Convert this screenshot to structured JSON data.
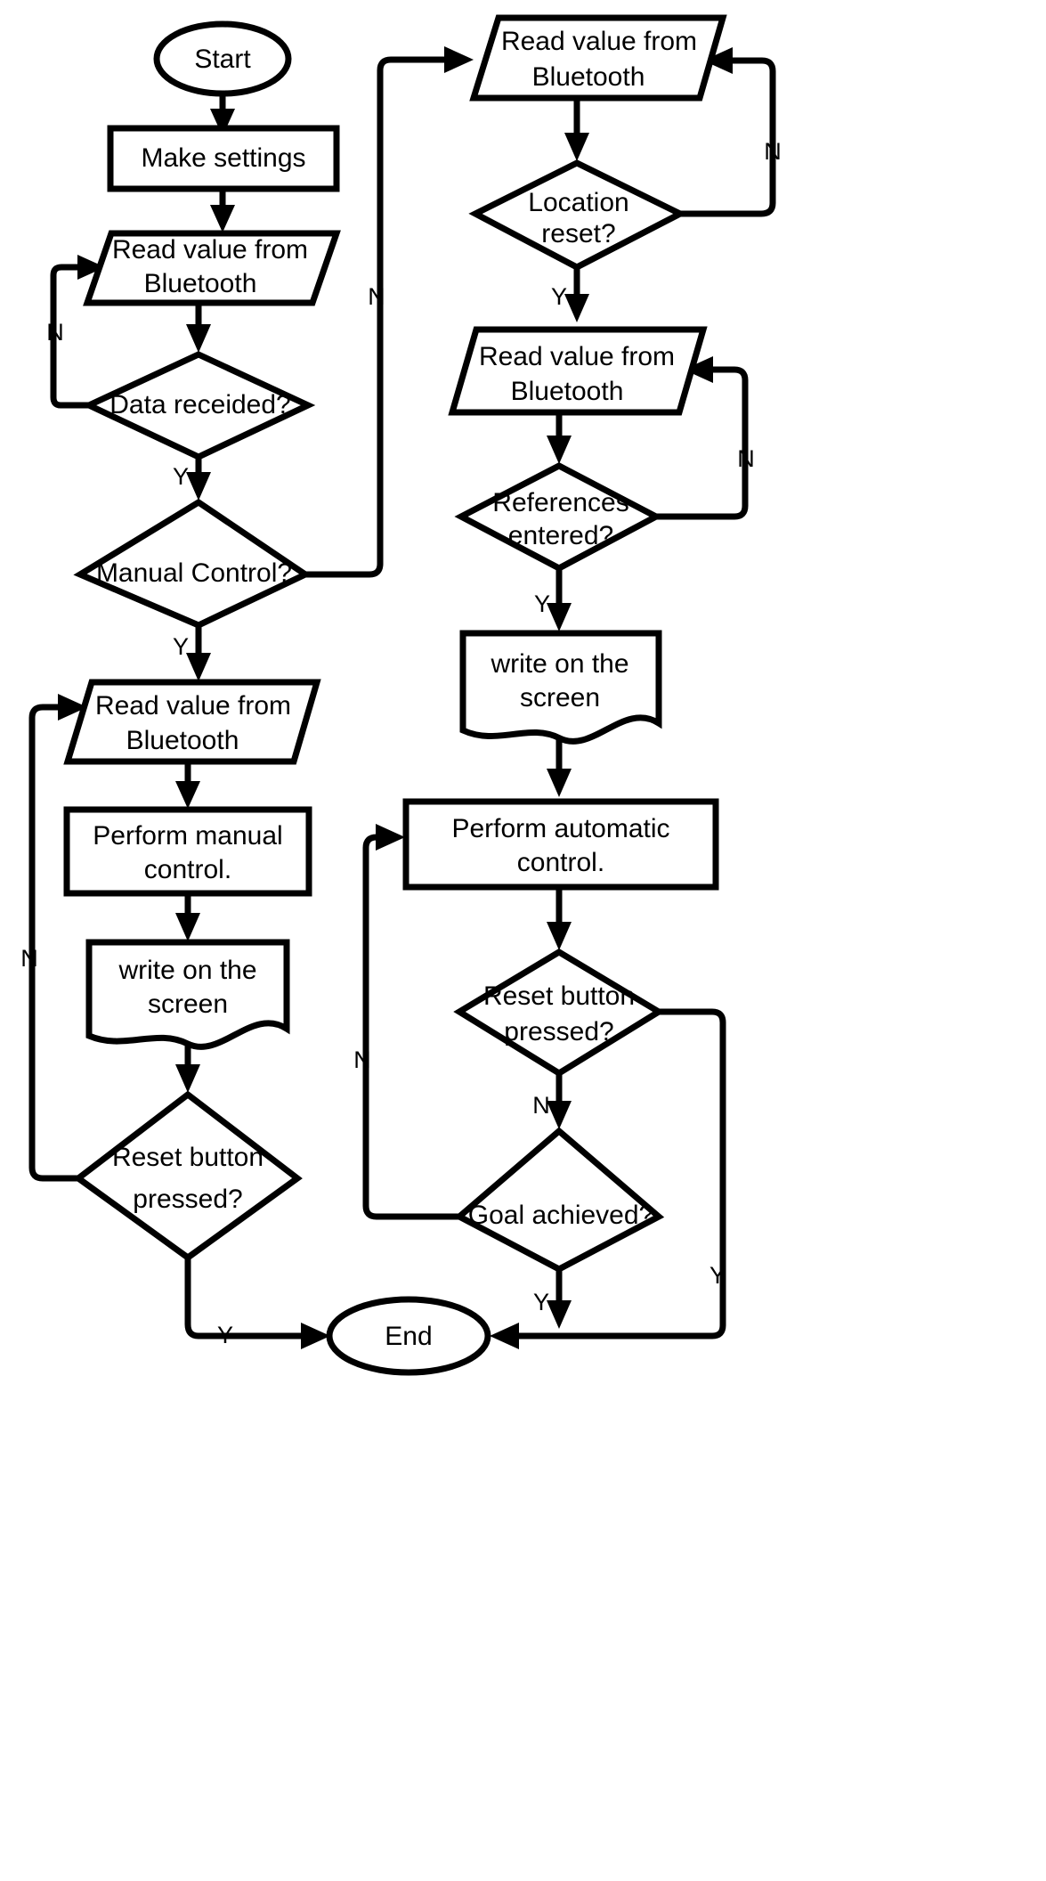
{
  "diagram": {
    "title": "Bluetooth control system flowchart",
    "stroke_color": "#000000",
    "fill_color": "#ffffff",
    "background": "#ffffff"
  },
  "nodes": {
    "start": {
      "label": "Start",
      "shape": "terminator"
    },
    "make_settings": {
      "label": "Make settings",
      "shape": "process"
    },
    "read_bt_1": {
      "line1": "Read value from",
      "line2": "Bluetooth",
      "shape": "input-output"
    },
    "data_received": {
      "label": "Data receided?",
      "shape": "decision"
    },
    "manual_control": {
      "label": "Manual Control?",
      "shape": "decision"
    },
    "read_bt_manual": {
      "line1": "Read value from",
      "line2": "Bluetooth",
      "shape": "input-output"
    },
    "perform_manual": {
      "line1": "Perform manual",
      "line2": "control.",
      "shape": "process"
    },
    "write_screen_manual": {
      "line1": "write on the",
      "line2": "screen",
      "shape": "document"
    },
    "reset_button_manual": {
      "line1": "Reset button",
      "line2": "pressed?",
      "shape": "decision"
    },
    "read_bt_loc": {
      "line1": "Read value from",
      "line2": "Bluetooth",
      "shape": "input-output"
    },
    "location_reset": {
      "line1": "Location",
      "line2": "reset?",
      "shape": "decision"
    },
    "read_bt_ref": {
      "line1": "Read value from",
      "line2": "Bluetooth",
      "shape": "input-output"
    },
    "references_entered": {
      "line1": "References",
      "line2": "entered?",
      "shape": "decision"
    },
    "write_screen_auto": {
      "line1": "write on the",
      "line2": "screen",
      "shape": "document"
    },
    "perform_auto": {
      "line1": "Perform automatic",
      "line2": "control.",
      "shape": "process"
    },
    "reset_button_auto": {
      "line1": "Reset button",
      "line2": "pressed?",
      "shape": "decision"
    },
    "goal_achieved": {
      "label": "Goal achieved?",
      "shape": "decision"
    },
    "end": {
      "label": "End",
      "shape": "terminator"
    }
  },
  "edge_labels": {
    "data_received_no": "N",
    "data_received_yes": "Y",
    "manual_control_no": "N",
    "manual_control_yes": "Y",
    "reset_manual_no": "N",
    "reset_manual_yes": "Y",
    "location_reset_no": "N",
    "location_reset_yes": "Y",
    "references_no": "N",
    "references_yes": "Y",
    "reset_auto_no": "N",
    "reset_auto_yes": "Y",
    "goal_no": "N",
    "goal_yes": "Y"
  }
}
